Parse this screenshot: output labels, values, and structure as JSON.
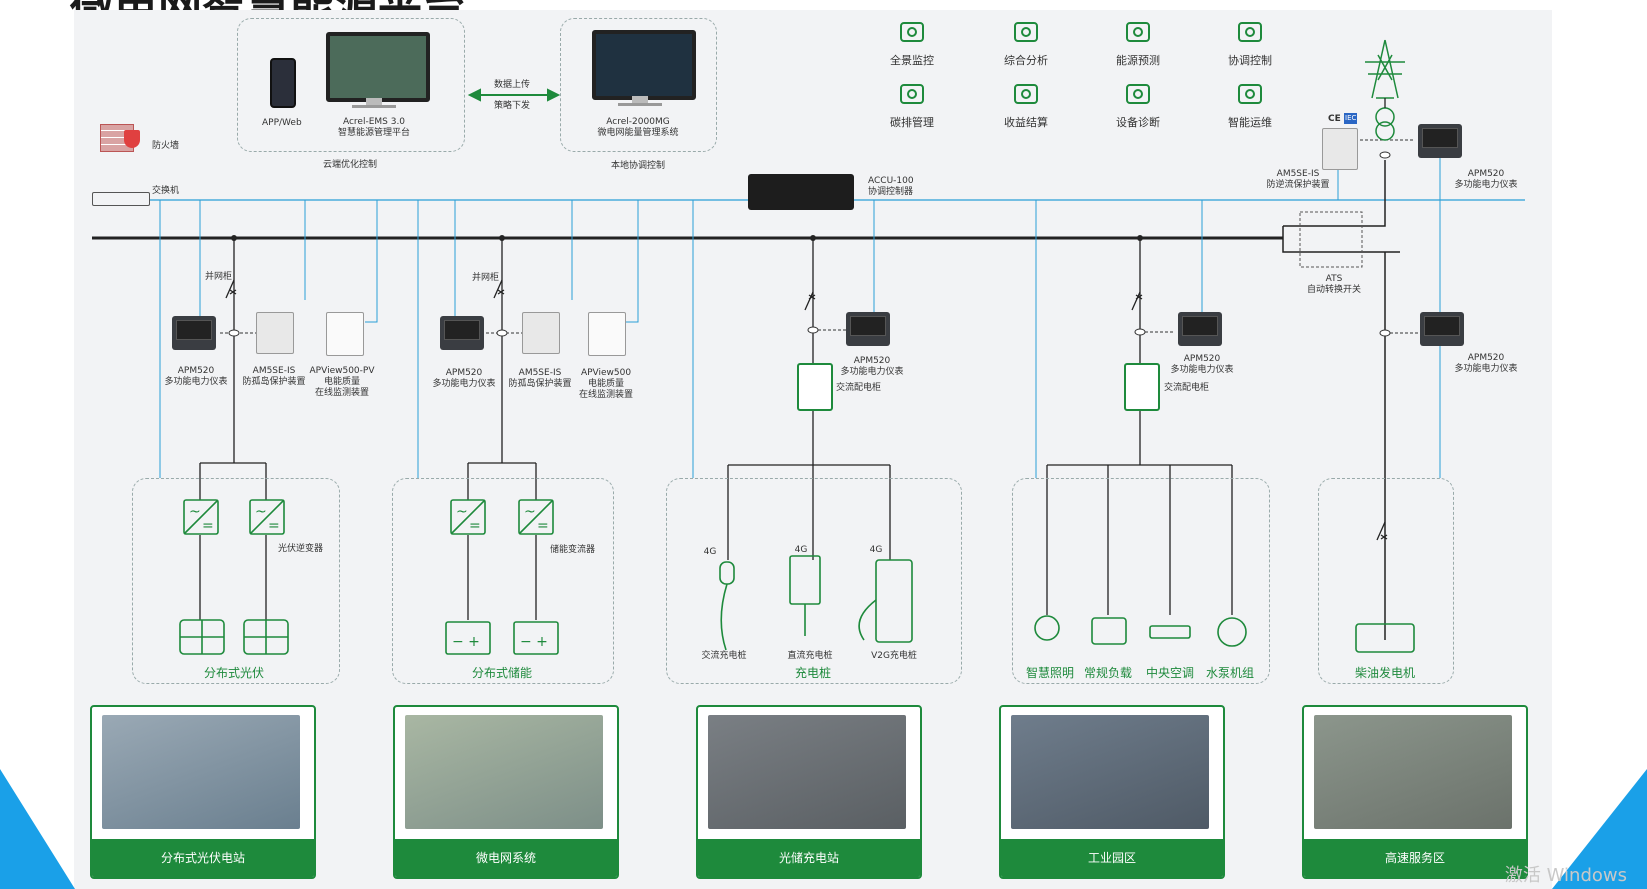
{
  "title": "微电网智慧能源平台",
  "top": {
    "app_label": "APP/Web",
    "ems_label1": "Acrel-EMS 3.0",
    "ems_label2": "智慧能源管理平台",
    "cloud_label": "云端优化控制",
    "arrow_up": "数据上传",
    "arrow_down": "策略下发",
    "mg_label1": "Acrel-2000MG",
    "mg_label2": "微电网能量管理系统",
    "local_label": "本地协调控制",
    "firewall": "防火墙",
    "switch": "交换机",
    "accu1": "ACCU-100",
    "accu2": "协调控制器"
  },
  "features": [
    {
      "label": "全景监控",
      "icon": "monitor-icon"
    },
    {
      "label": "综合分析",
      "icon": "analysis-icon"
    },
    {
      "label": "能源预测",
      "icon": "forecast-icon"
    },
    {
      "label": "协调控制",
      "icon": "alarm-icon"
    },
    {
      "label": "碳排管理",
      "icon": "carbon-icon"
    },
    {
      "label": "收益结算",
      "icon": "money-icon"
    },
    {
      "label": "设备诊断",
      "icon": "diagnosis-icon"
    },
    {
      "label": "智能运维",
      "icon": "gear-icon"
    }
  ],
  "devices": {
    "bwg1": "并网柜",
    "bwg2": "并网柜",
    "apm1a": "APM520",
    "apm1b": "多功能电力仪表",
    "am1a": "AM5SE-IS",
    "am1b": "防孤岛保护装置",
    "apv1a": "APView500-PV",
    "apv1b": "电能质量",
    "apv1c": "在线监测装置",
    "apm2a": "APM520",
    "apm2b": "多功能电力仪表",
    "am2a": "AM5SE-IS",
    "am2b": "防孤岛保护装置",
    "apv2a": "APView500",
    "apv2b": "电能质量",
    "apv2c": "在线监测装置",
    "apm3a": "APM520",
    "apm3b": "多功能电力仪表",
    "ac3": "交流配电柜",
    "apm4a": "APM520",
    "apm4b": "多功能电力仪表",
    "ac4": "交流配电柜",
    "am5a": "AM5SE-IS",
    "am5b": "防逆流保护装置",
    "apm5a": "APM520",
    "apm5b": "多功能电力仪表",
    "ats1": "ATS",
    "ats2": "自动转换开关",
    "apm6a": "APM520",
    "apm6b": "多功能电力仪表",
    "ce": "CE",
    "iec": "IEC"
  },
  "groups": {
    "pv_inv": "光伏逆变器",
    "pv": "分布式光伏",
    "pcs": "储能变流器",
    "ess": "分布式储能",
    "g4": "4G",
    "ac_pile": "交流充电桩",
    "dc_pile": "直流充电桩",
    "v2g": "V2G充电桩",
    "pile": "充电桩",
    "light": "智慧照明",
    "load": "常规负载",
    "ac": "中央空调",
    "pump": "水泵机组",
    "diesel": "柴油发电机"
  },
  "scenes": [
    "分布式光伏电站",
    "微电网系统",
    "光储充电站",
    "工业园区",
    "高速服务区"
  ],
  "watermark": "激活 Windows",
  "colors": {
    "accent_green": "#1e8a3c",
    "blue_line": "#2a9fd6",
    "bus": "#222222"
  }
}
